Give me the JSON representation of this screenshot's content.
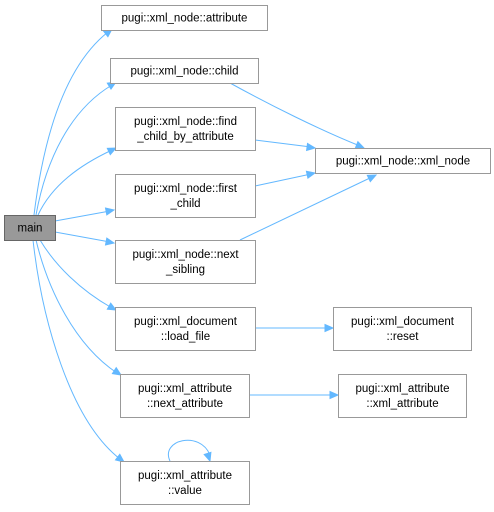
{
  "nodes": [
    {
      "id": "main",
      "lines": [
        "main"
      ],
      "primary": true
    },
    {
      "id": "attribute",
      "lines": [
        "pugi::xml_node::attribute"
      ]
    },
    {
      "id": "child",
      "lines": [
        "pugi::xml_node::child"
      ]
    },
    {
      "id": "find_child",
      "lines": [
        "pugi::xml_node::find",
        "_child_by_attribute"
      ]
    },
    {
      "id": "first_child",
      "lines": [
        "pugi::xml_node::first",
        "_child"
      ]
    },
    {
      "id": "next_sibling",
      "lines": [
        "pugi::xml_node::next",
        "_sibling"
      ]
    },
    {
      "id": "load_file",
      "lines": [
        "pugi::xml_document",
        "::load_file"
      ]
    },
    {
      "id": "next_attribute",
      "lines": [
        "pugi::xml_attribute",
        "::next_attribute"
      ]
    },
    {
      "id": "value",
      "lines": [
        "pugi::xml_attribute",
        "::value"
      ]
    },
    {
      "id": "xml_node",
      "lines": [
        "pugi::xml_node::xml_node"
      ]
    },
    {
      "id": "reset",
      "lines": [
        "pugi::xml_document",
        "::reset"
      ]
    },
    {
      "id": "xml_attribute",
      "lines": [
        "pugi::xml_attribute",
        "::xml_attribute"
      ]
    }
  ],
  "edges": [
    {
      "from": "main",
      "to": "attribute"
    },
    {
      "from": "main",
      "to": "child"
    },
    {
      "from": "main",
      "to": "find_child"
    },
    {
      "from": "main",
      "to": "first_child"
    },
    {
      "from": "main",
      "to": "next_sibling"
    },
    {
      "from": "main",
      "to": "load_file"
    },
    {
      "from": "main",
      "to": "next_attribute"
    },
    {
      "from": "main",
      "to": "value"
    },
    {
      "from": "child",
      "to": "xml_node"
    },
    {
      "from": "find_child",
      "to": "xml_node"
    },
    {
      "from": "first_child",
      "to": "xml_node"
    },
    {
      "from": "next_sibling",
      "to": "xml_node"
    },
    {
      "from": "load_file",
      "to": "reset"
    },
    {
      "from": "next_attribute",
      "to": "xml_attribute"
    },
    {
      "from": "value",
      "to": "value"
    }
  ],
  "colors": {
    "edge": "#63b8ff",
    "node_border": "#999999",
    "main_fill": "#999999"
  }
}
